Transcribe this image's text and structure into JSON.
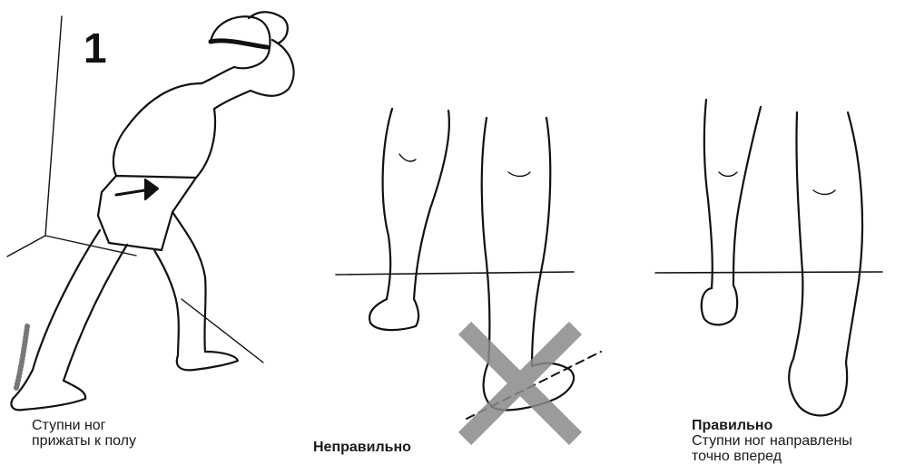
{
  "figure1": {
    "number": "1",
    "caption_line1": "Ступни ног",
    "caption_line2": "прижаты к полу"
  },
  "figure2": {
    "label": "Неправильно"
  },
  "figure3": {
    "label": "Правильно",
    "caption_line1": "Ступни ног направлены",
    "caption_line2": "точно вперед"
  }
}
